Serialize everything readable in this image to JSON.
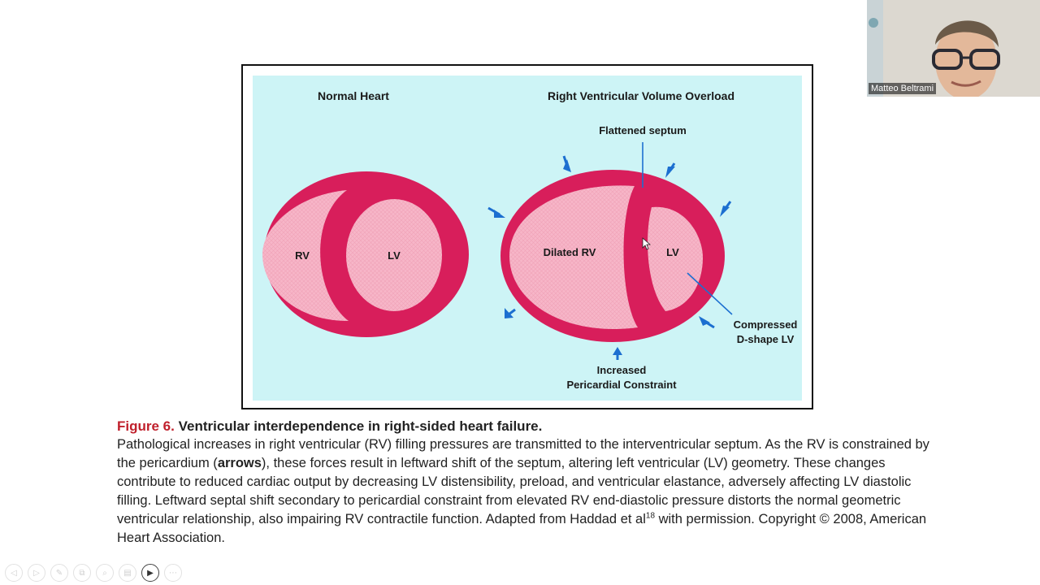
{
  "figure": {
    "left_title": "Normal Heart",
    "right_title": "Right Ventricular Volume Overload",
    "labels": {
      "rv": "RV",
      "lv_left": "LV",
      "dilated_rv": "Dilated RV",
      "lv_right": "LV",
      "flattened_septum": "Flattened septum",
      "compressed_line1": "Compressed",
      "compressed_line2": "D-shape LV",
      "increased_line1": "Increased",
      "increased_line2": "Pericardial Constraint"
    },
    "colors": {
      "background": "#cdf4f6",
      "myocardium": "#d81e5b",
      "chamber": "#f7b6c8",
      "arrow": "#1c6fd0",
      "pointer": "#1c6fd0"
    }
  },
  "caption": {
    "fig_num": "Figure 6.",
    "title": "Ventricular interdependence in right-sided heart failure.",
    "p1": "Pathological increases in right ventricular (RV) filling pressures are transmitted to the interventricular septum. As the RV is constrained by the pericardium (",
    "arrows_word": "arrows",
    "p2": "), these forces result in leftward shift of the septum, altering left ventricular (LV) geometry. These changes contribute to reduced cardiac output by decreasing LV distensibility, preload, and ventricular elastance, adversely affecting LV diastolic filling. Leftward septal shift secondary to pericardial constraint from elevated RV end-diastolic pressure distorts the normal geometric ventricular relationship, also impairing RV contractile function. Adapted from Haddad et al",
    "ref": "18",
    "p3": " with permission. Copyright © 2008, American Heart Association."
  },
  "video": {
    "participant_name": "Matteo Beltrami"
  },
  "toolbar": {
    "icons": [
      "prev-icon",
      "next-icon",
      "pen-icon",
      "copy-icon",
      "zoom-icon",
      "subtitle-icon",
      "video-icon",
      "more-icon"
    ],
    "glyphs": [
      "◁",
      "▷",
      "✎",
      "⧉",
      "⌕",
      "▤",
      "▶",
      "⋯"
    ]
  }
}
